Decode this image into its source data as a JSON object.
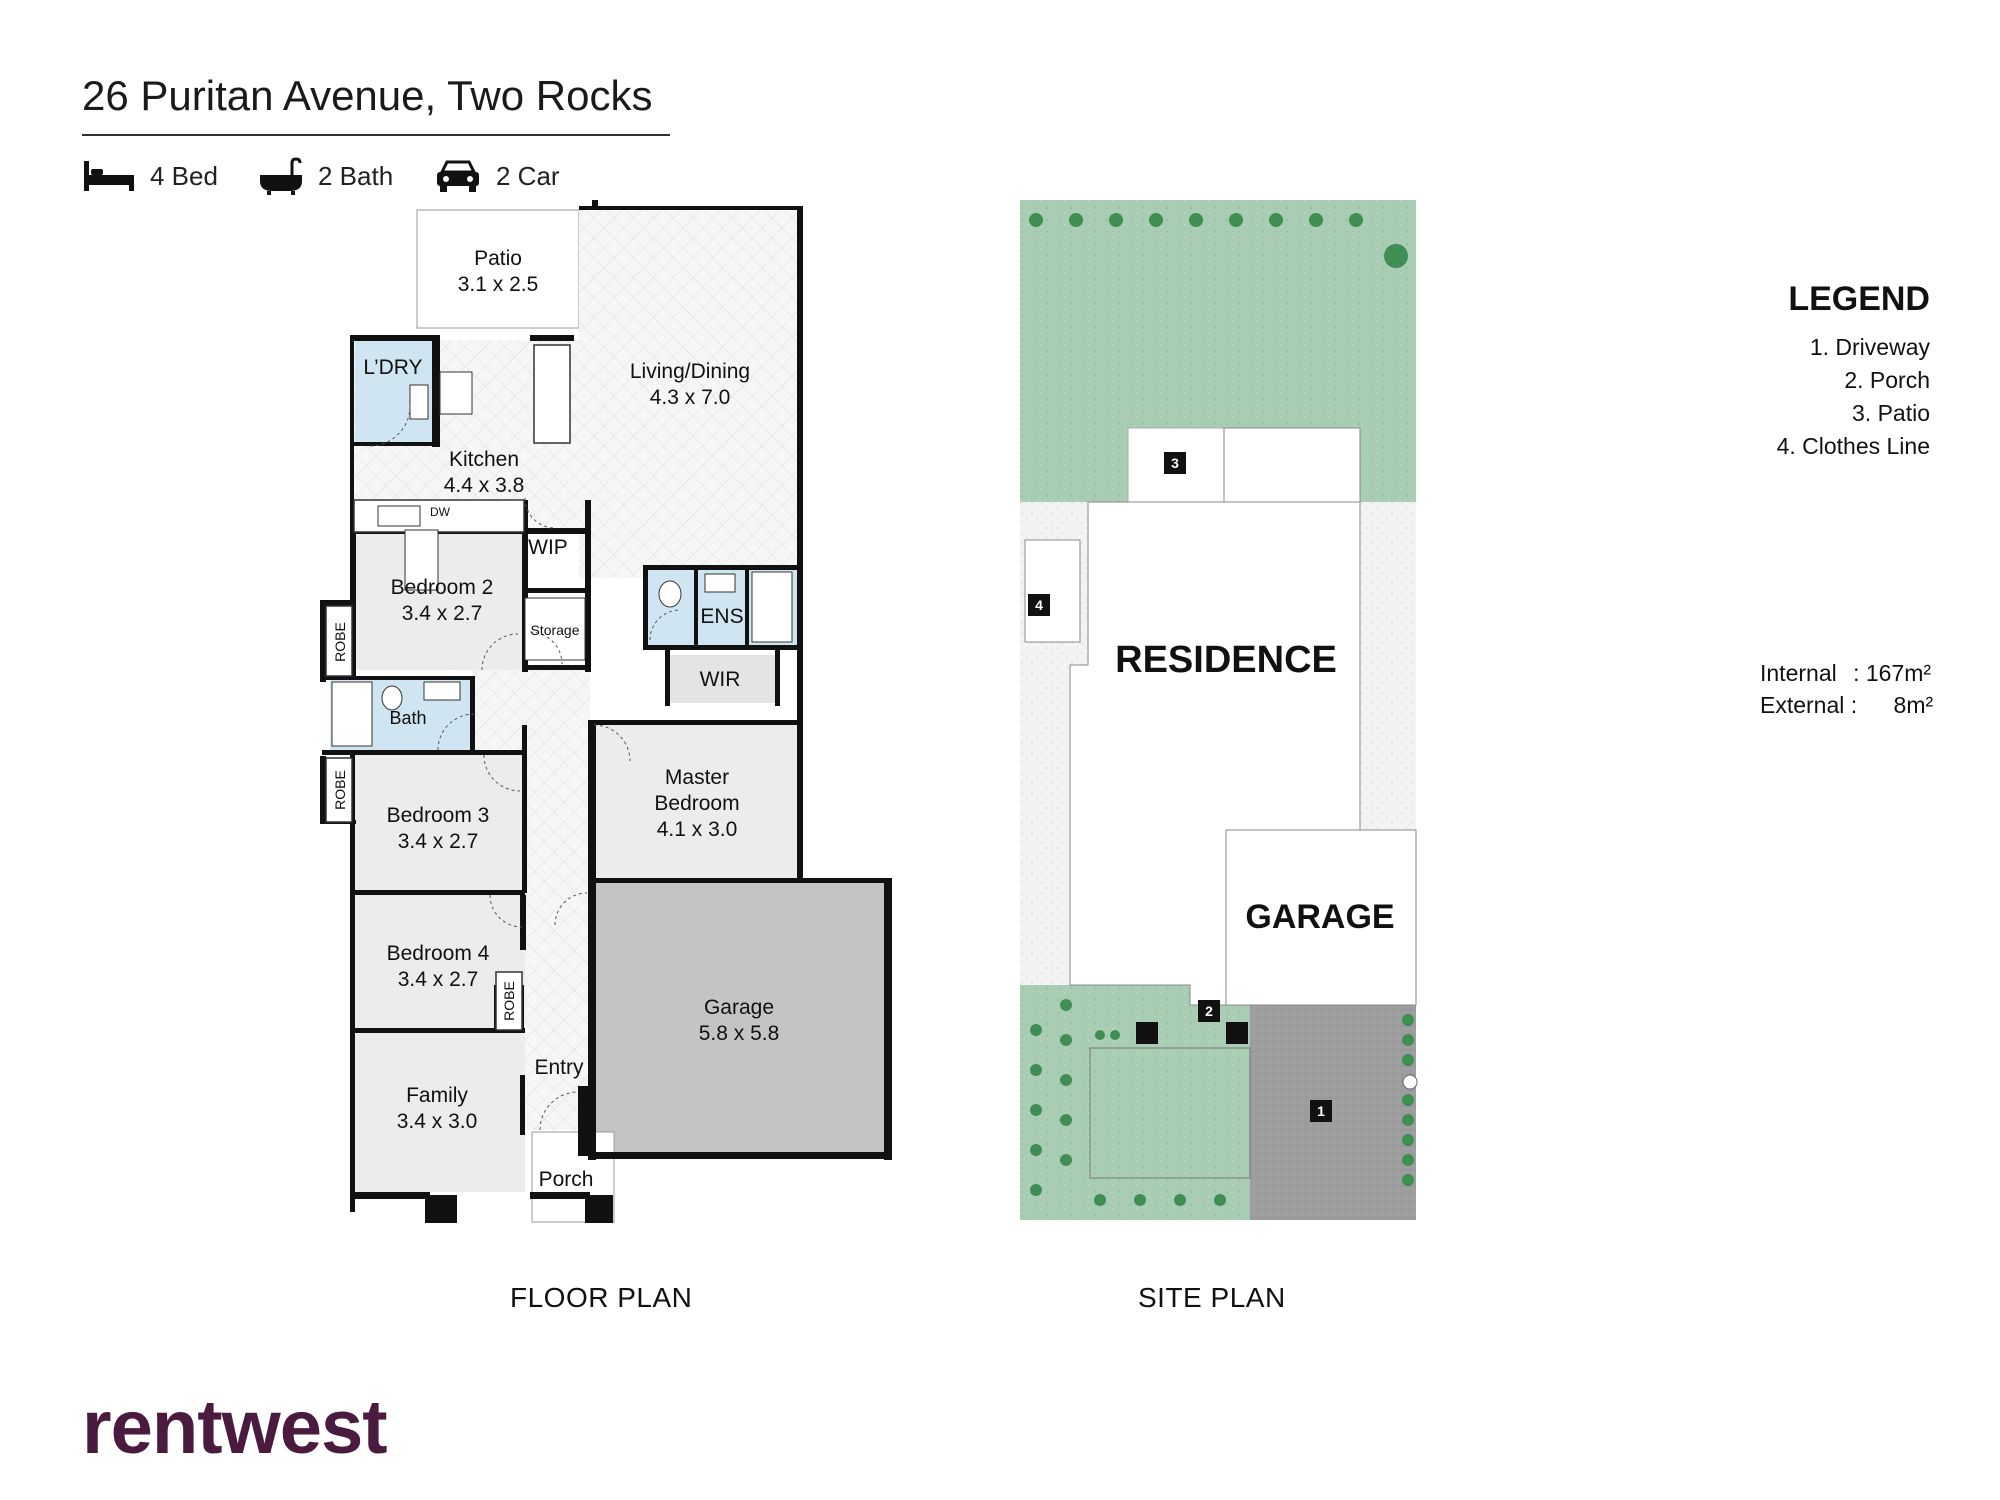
{
  "header": {
    "title": "26 Puritan Avenue, Two Rocks",
    "features": [
      {
        "icon": "bed-icon",
        "label": "4 Bed"
      },
      {
        "icon": "bath-icon",
        "label": "2 Bath"
      },
      {
        "icon": "car-icon",
        "label": "2 Car"
      }
    ]
  },
  "floor_plan": {
    "caption": "FLOOR PLAN",
    "rooms": {
      "patio": {
        "name": "Patio",
        "size": "3.1 x 2.5"
      },
      "living": {
        "name": "Living/Dining",
        "size": "4.3 x 7.0"
      },
      "laundry": {
        "name": "L’DRY"
      },
      "kitchen": {
        "name": "Kitchen",
        "size": "4.4 x 3.8"
      },
      "dw": {
        "name": "DW"
      },
      "wip": {
        "name": "WIP"
      },
      "storage": {
        "name": "Storage"
      },
      "bed2": {
        "name": "Bedroom 2",
        "size": "3.4 x  2.7"
      },
      "robe1": {
        "name": "ROBE"
      },
      "bath": {
        "name": "Bath"
      },
      "robe2": {
        "name": "ROBE"
      },
      "bed3": {
        "name": "Bedroom 3",
        "size": "3.4 x  2.7"
      },
      "ens": {
        "name": "ENS"
      },
      "wir": {
        "name": "WIR"
      },
      "master_l1": {
        "name": "Master"
      },
      "master_l2": {
        "name": "Bedroom"
      },
      "master_size": {
        "size": "4.1 x 3.0"
      },
      "bed4": {
        "name": "Bedroom 4",
        "size": "3.4 x 2.7"
      },
      "robe3": {
        "name": "ROBE"
      },
      "garage": {
        "name": "Garage",
        "size": "5.8 x 5.8"
      },
      "entry": {
        "name": "Entry"
      },
      "family": {
        "name": "Family",
        "size": "3.4 x 3.0"
      },
      "porch": {
        "name": "Porch"
      }
    }
  },
  "site_plan": {
    "caption": "SITE PLAN",
    "residence": "RESIDENCE",
    "garage": "GARAGE",
    "markers": [
      "1",
      "2",
      "3",
      "4"
    ]
  },
  "legend": {
    "title": "LEGEND",
    "items": [
      "1. Driveway",
      "2. Porch",
      "3. Patio",
      "4. Clothes Line"
    ]
  },
  "areas": {
    "internal_label": "Internal",
    "internal_value": ": 167m²",
    "external_label": "External :",
    "external_value": "8m²"
  },
  "brand": {
    "logo": "rentwest",
    "color": "#4a1b3e"
  },
  "colors": {
    "floor_grey": "#ececec",
    "wet_area": "#cfe6f2",
    "garage_fill": "#c4c4c4",
    "lawn": "#a9cdb2",
    "driveway": "#9d9d9d",
    "wall": "#111111"
  }
}
